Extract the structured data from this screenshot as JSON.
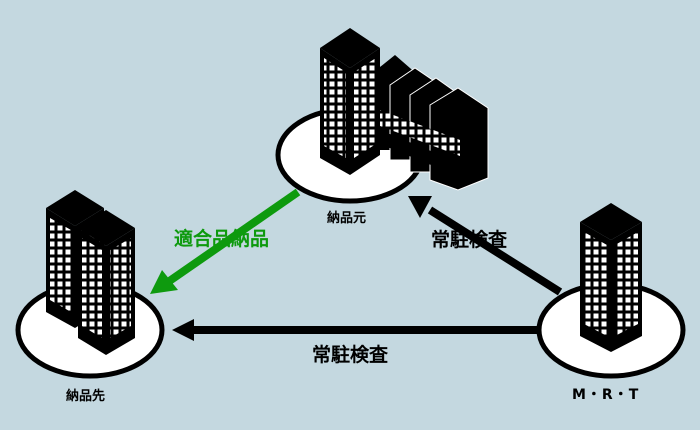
{
  "nodes": {
    "supplier": {
      "label": "納品元"
    },
    "customer": {
      "label": "納品先"
    },
    "mrt": {
      "label": "M・R・T"
    }
  },
  "arrows": {
    "delivery": {
      "label": "適合品納品",
      "color": "#0e9a0e"
    },
    "inspect_supplier": {
      "label": "常駐検査",
      "color": "#000000"
    },
    "inspect_customer": {
      "label": "常駐検査",
      "color": "#000000"
    }
  },
  "colors": {
    "background": "#c4d8e0",
    "building": "#000000",
    "window": "#ffffff"
  }
}
